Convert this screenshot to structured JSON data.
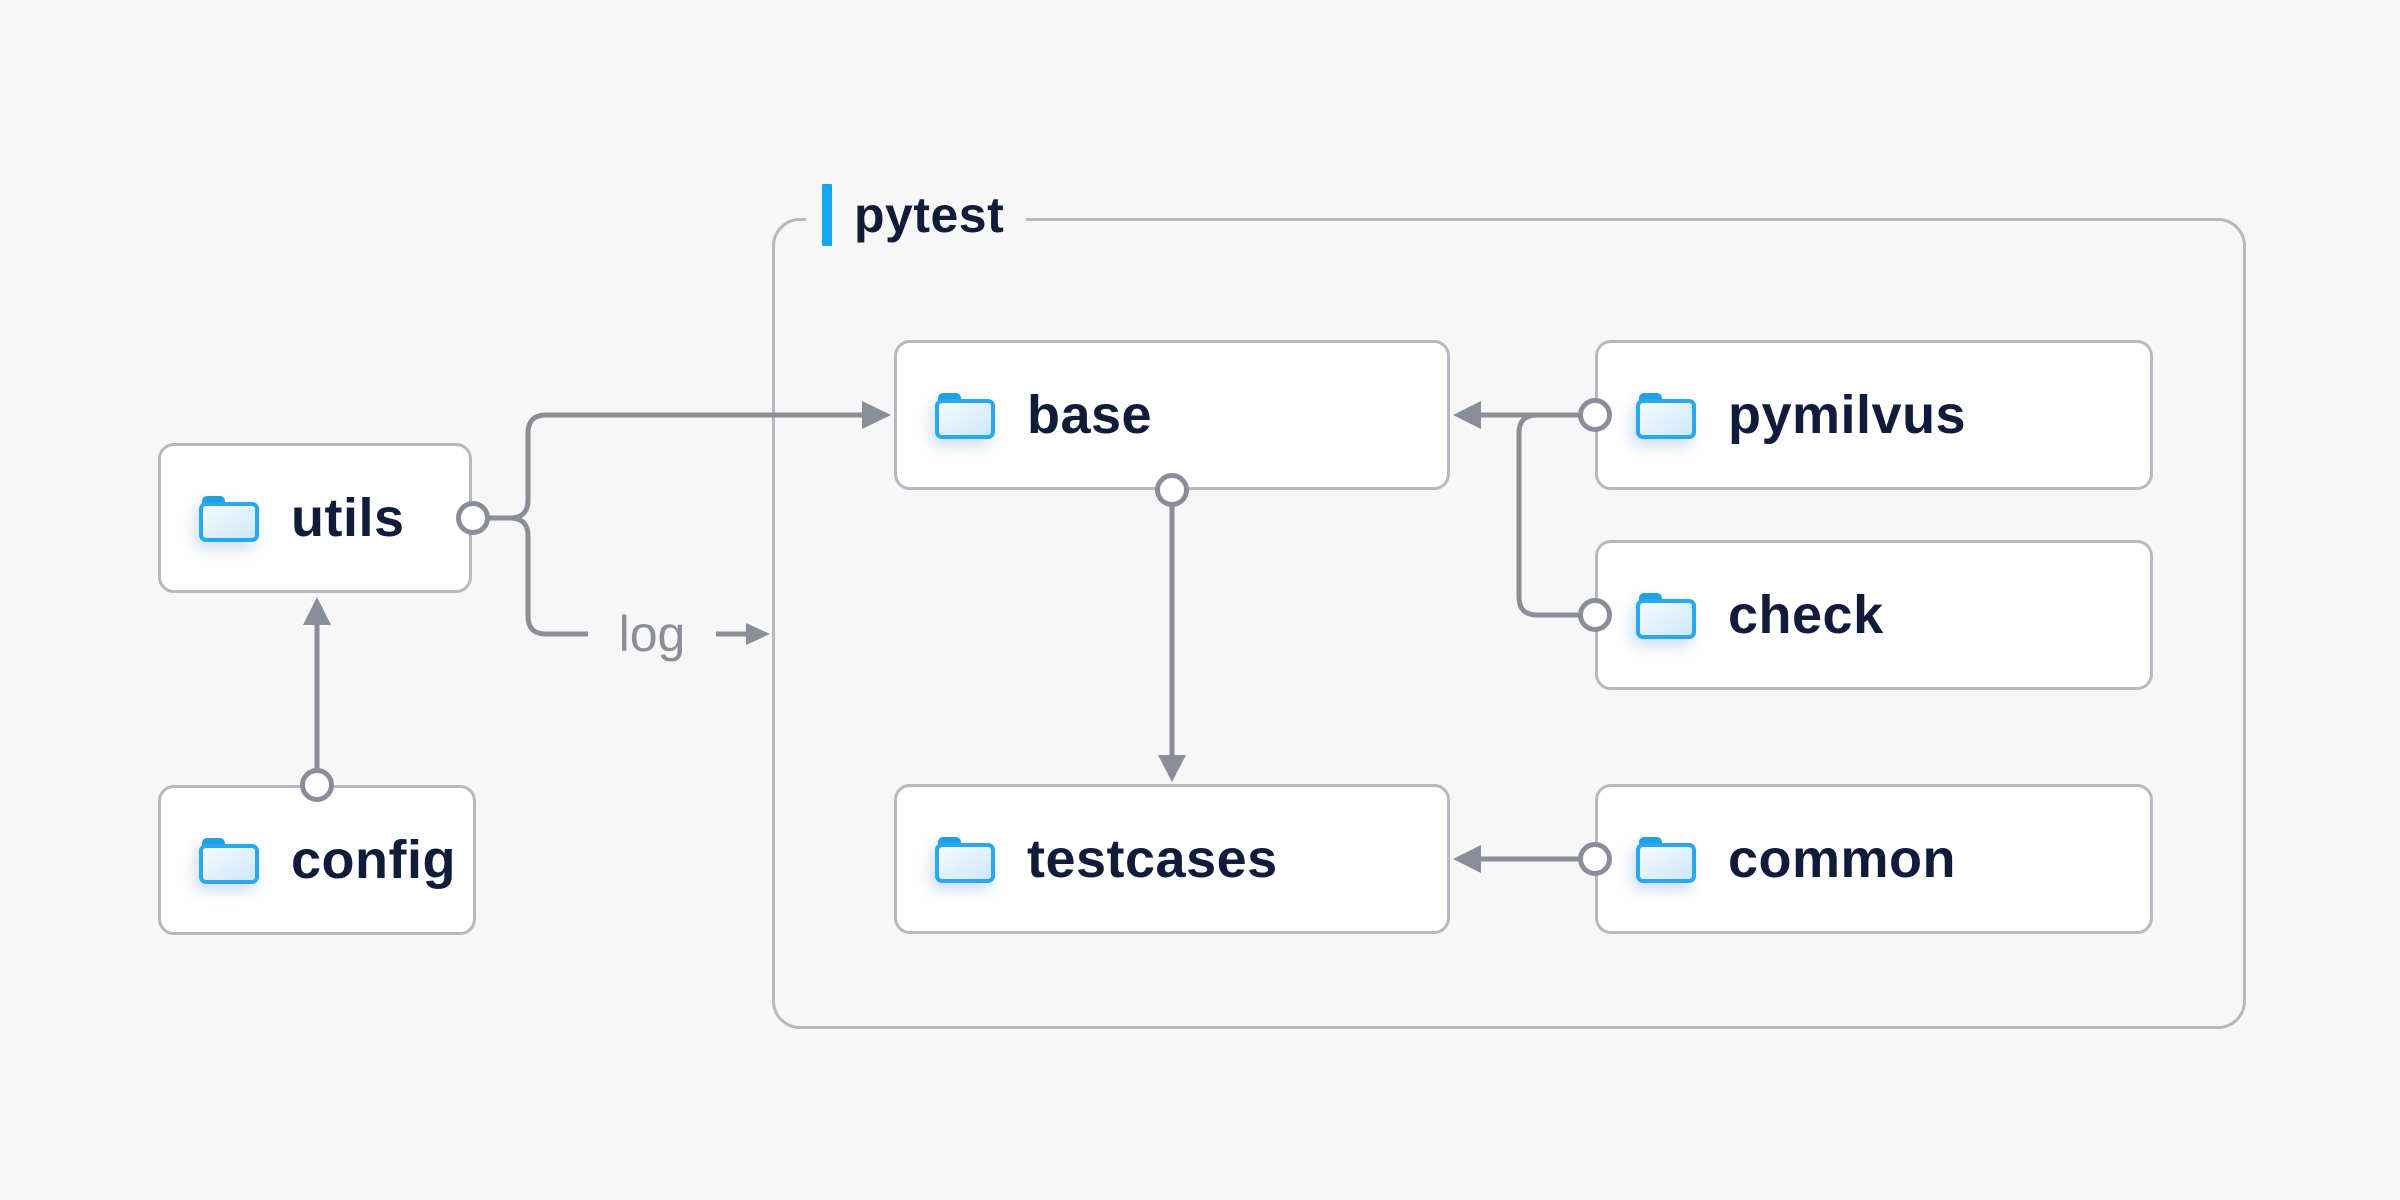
{
  "container": {
    "label": "pytest"
  },
  "nodes": {
    "utils": {
      "label": "utils"
    },
    "config": {
      "label": "config"
    },
    "base": {
      "label": "base"
    },
    "testcases": {
      "label": "testcases"
    },
    "pymilvus": {
      "label": "pymilvus"
    },
    "check": {
      "label": "check"
    },
    "common": {
      "label": "common"
    }
  },
  "edges": {
    "log_label": "log",
    "list": [
      {
        "from": "config",
        "to": "utils"
      },
      {
        "from": "utils",
        "to": "base"
      },
      {
        "from": "utils",
        "to": "log-out"
      },
      {
        "from": "pymilvus",
        "to": "base"
      },
      {
        "from": "check",
        "to": "base"
      },
      {
        "from": "base",
        "to": "testcases"
      },
      {
        "from": "common",
        "to": "testcases"
      }
    ]
  },
  "colors": {
    "background": "#f7f7f8",
    "node_fill": "#ffffff",
    "node_border": "#b6b9c4",
    "container_border": "#b5b8c3",
    "connector_gray": "#8a8e99",
    "accent_blue": "#14a7ea",
    "folder_blue": "#29a9e9",
    "label_navy": "#101c3a",
    "edge_label_gray": "#8a8e99"
  }
}
